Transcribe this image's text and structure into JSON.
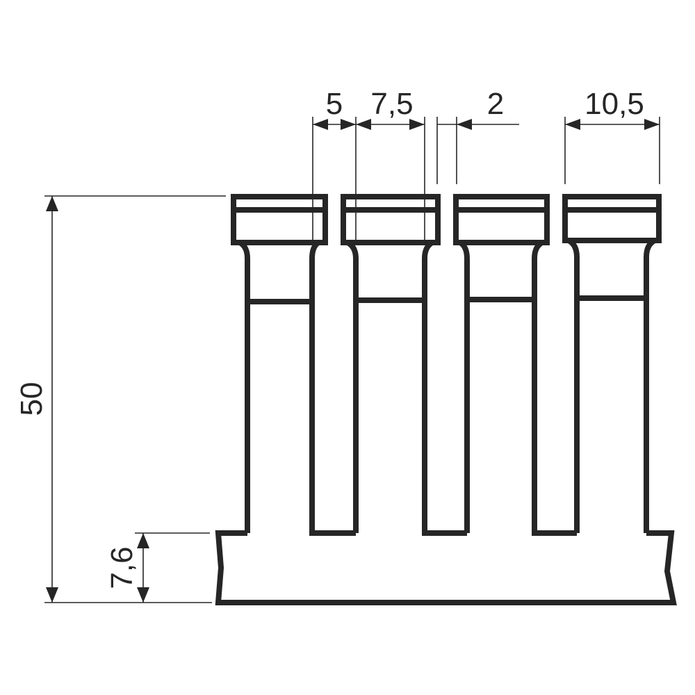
{
  "drawing": {
    "type": "technical-drawing",
    "description": "Side view of a 4-pin terminal/connector block with dimensions",
    "line_color": "#262626",
    "background": "#ffffff",
    "pin_count": 4
  },
  "dimensions": {
    "top": [
      {
        "label": "5",
        "meaning": "pin head offset"
      },
      {
        "label": "7,5",
        "meaning": "pin pitch / spacing"
      },
      {
        "label": "2",
        "meaning": "gap between pins"
      },
      {
        "label": "10,5",
        "meaning": "pin head width"
      }
    ],
    "left": [
      {
        "label": "50",
        "meaning": "total height"
      },
      {
        "label": "7,6",
        "meaning": "base height"
      }
    ]
  }
}
